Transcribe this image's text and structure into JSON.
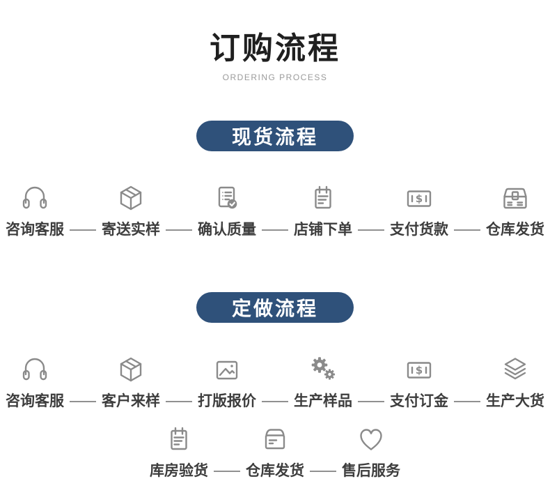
{
  "page": {
    "title": "订购流程",
    "subtitle": "ORDERING PROCESS"
  },
  "colors": {
    "banner_bg": "#2F517A",
    "banner_text": "#FFFFFF",
    "icon_stroke": "#8A8A8A",
    "label_text": "#3D3D3D",
    "connector": "#909090",
    "subtitle_text": "#9A9A9A"
  },
  "flows": [
    {
      "banner": "现货流程",
      "rows": [
        [
          {
            "label": "咨询客服",
            "icon": "headset-icon"
          },
          {
            "label": "寄送实样",
            "icon": "package-icon"
          },
          {
            "label": "确认质量",
            "icon": "document-check-icon"
          },
          {
            "label": "店铺下单",
            "icon": "order-pad-icon"
          },
          {
            "label": "支付货款",
            "icon": "banknote-icon"
          },
          {
            "label": "仓库发货",
            "icon": "carton-icon"
          }
        ]
      ]
    },
    {
      "banner": "定做流程",
      "rows": [
        [
          {
            "label": "咨询客服",
            "icon": "headset-icon"
          },
          {
            "label": "客户来样",
            "icon": "package-icon"
          },
          {
            "label": "打版报价",
            "icon": "image-icon"
          },
          {
            "label": "生产样品",
            "icon": "gears-icon"
          },
          {
            "label": "支付订金",
            "icon": "banknote-icon"
          },
          {
            "label": "生产大货",
            "icon": "layers-icon"
          }
        ],
        [
          {
            "label": "库房验货",
            "icon": "order-pad-icon"
          },
          {
            "label": "仓库发货",
            "icon": "box-icon"
          },
          {
            "label": "售后服务",
            "icon": "heart-icon"
          }
        ]
      ]
    }
  ]
}
